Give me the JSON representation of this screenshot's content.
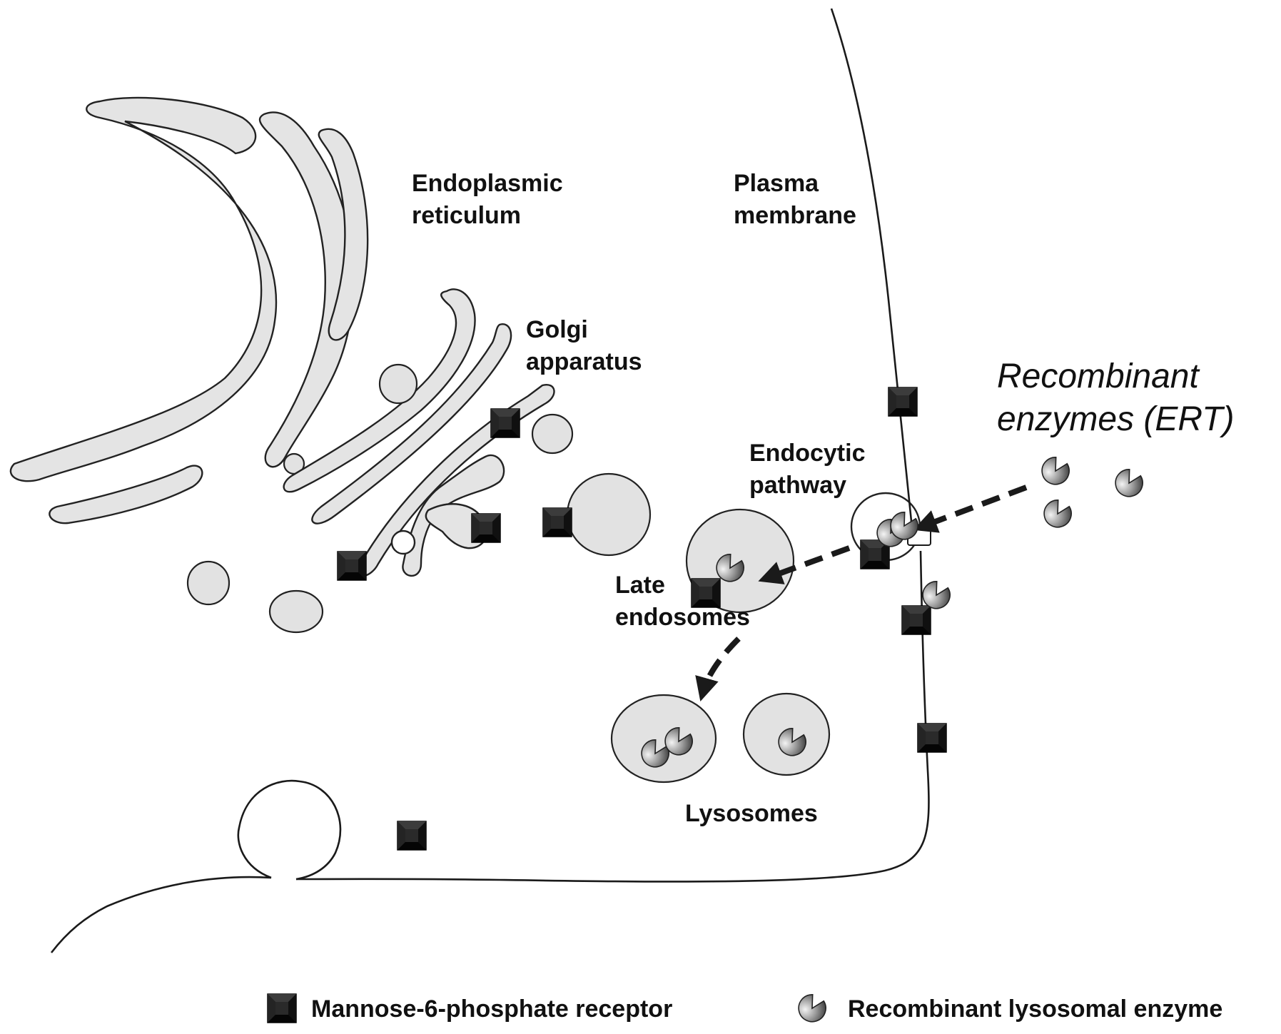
{
  "labels": {
    "er_line1": "Endoplasmic",
    "er_line2": "reticulum",
    "golgi_line1": "Golgi",
    "golgi_line2": "apparatus",
    "pm_line1": "Plasma",
    "pm_line2": "membrane",
    "endocytic_line1": "Endocytic",
    "endocytic_line2": "pathway",
    "late_line1": "Late",
    "late_line2": "endosomes",
    "lysosomes": "Lysosomes",
    "ert_line1": "Recombinant",
    "ert_line2": "enzymes (ERT)"
  },
  "legend": {
    "receptor": "Mannose-6-phosphate receptor",
    "enzyme": "Recombinant lysosomal enzyme"
  },
  "colors": {
    "organelle_fill": "#e4e4e4",
    "receptor_dark": "#2a2a2a",
    "enzyme_gray": "#8a8a8a",
    "outline": "#1a1a1a"
  },
  "icons": {
    "receptor": "square-receptor-icon",
    "enzyme": "pacman-enzyme-icon"
  }
}
